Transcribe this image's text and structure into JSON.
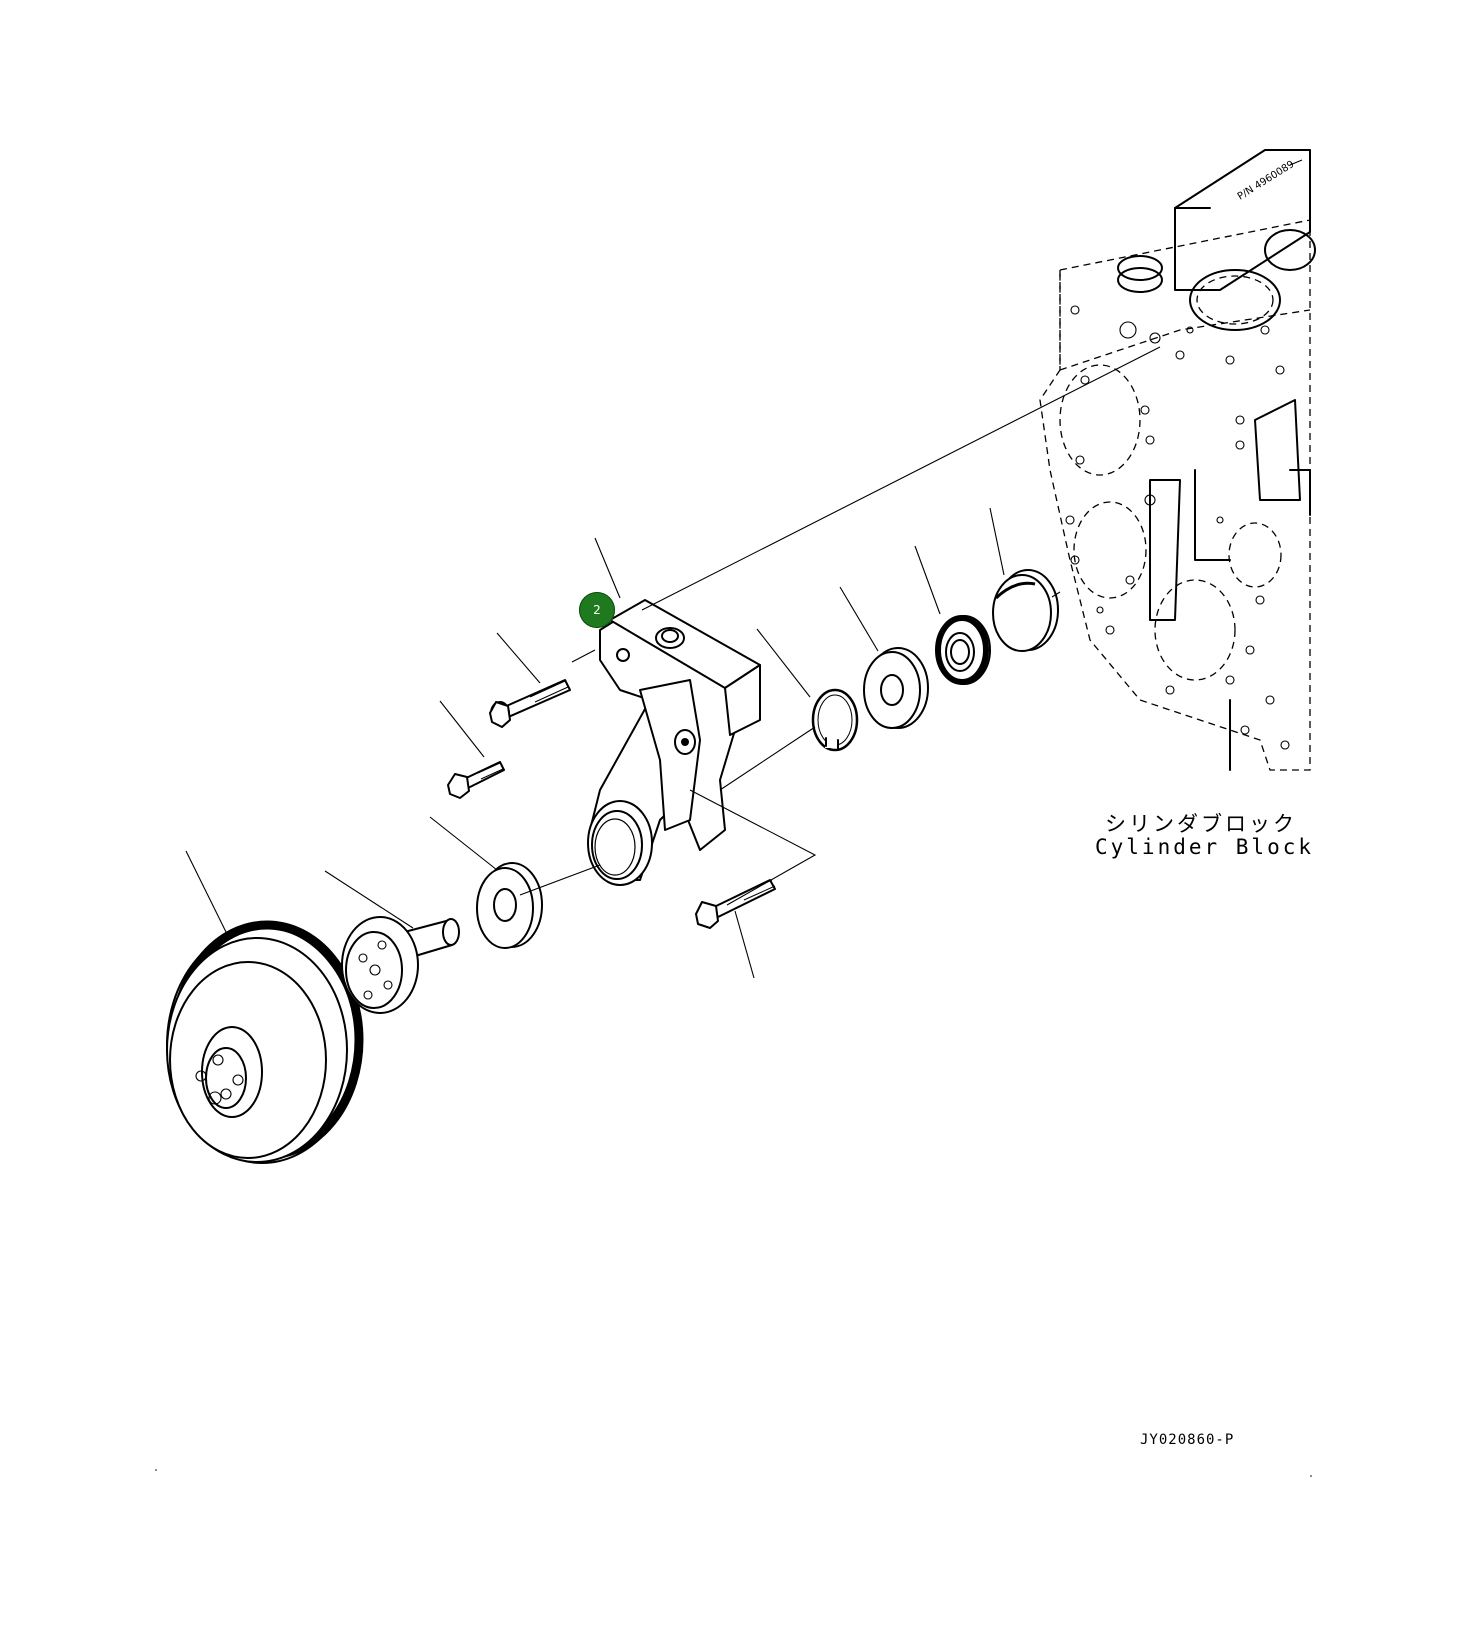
{
  "labels": {
    "cylinder_block_jp": "シリンダブロック",
    "cylinder_block_en": "Cylinder Block",
    "drawing_number": "JY020860-P"
  },
  "callouts": [
    {
      "number": "2",
      "color": "#1f7a1f"
    }
  ],
  "engraving": {
    "part_number_on_block": "P/N 4960089"
  },
  "icons": {
    "callout_marker": "green-circle-marker"
  }
}
